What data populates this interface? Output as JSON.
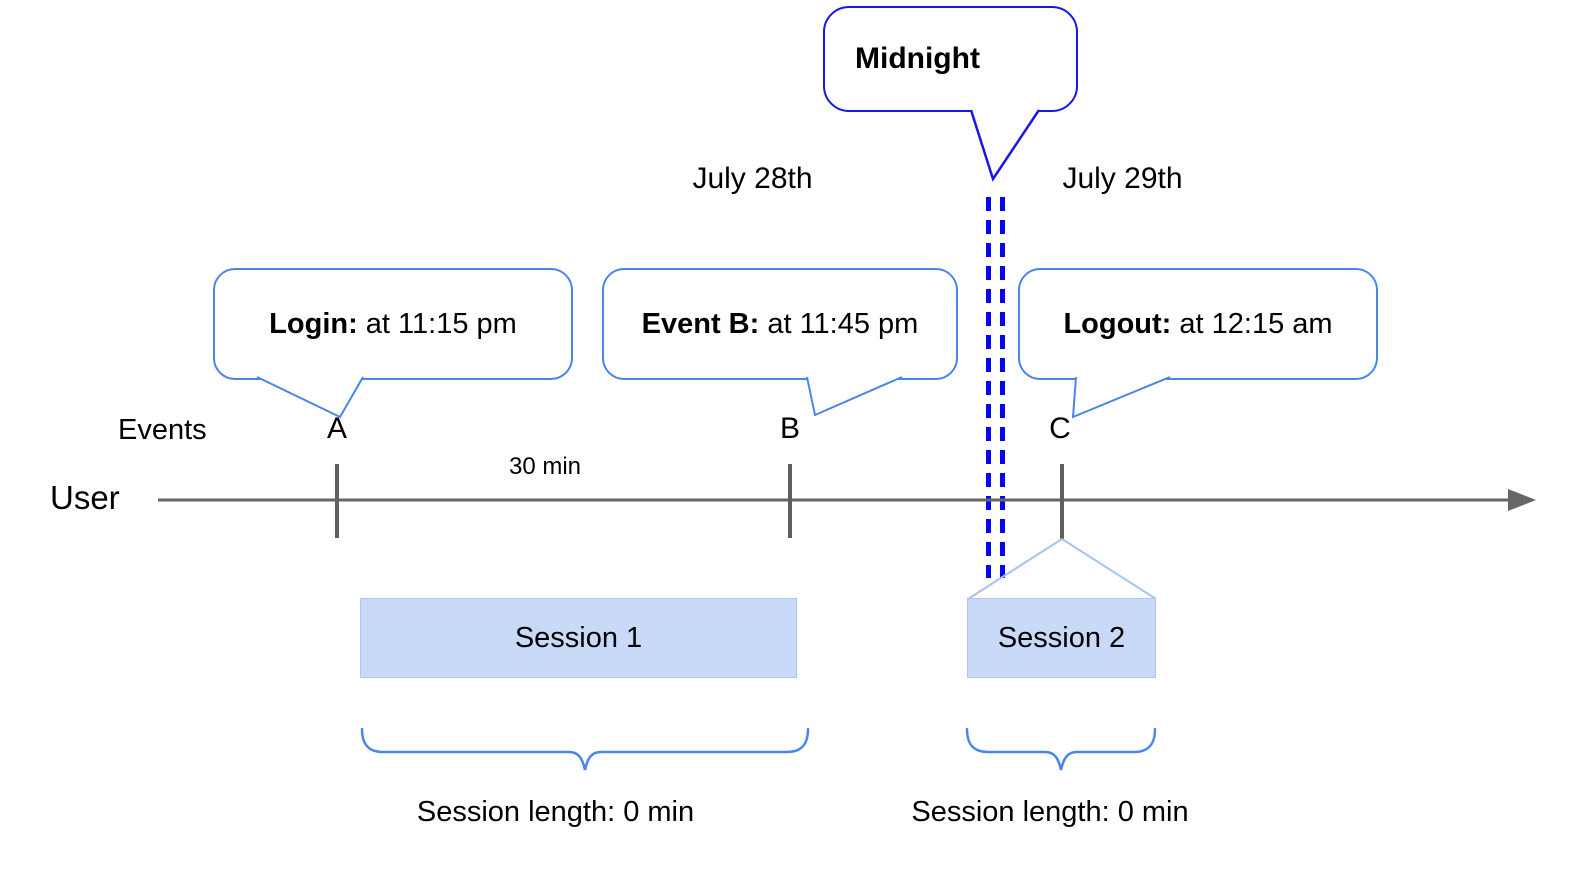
{
  "title_bubble": {
    "label": "Midnight"
  },
  "dates": {
    "left": "July 28th",
    "right": "July 29th"
  },
  "callouts": [
    {
      "label": "Login:",
      "text": " at 11:15 pm"
    },
    {
      "label": "Event B:",
      "text": " at 11:45 pm"
    },
    {
      "label": "Logout:",
      "text": " at 12:15 am"
    }
  ],
  "axis": {
    "events_label": "Events",
    "user_label": "User",
    "ticks": [
      "A",
      "B",
      "C"
    ],
    "interval_label": "30 min"
  },
  "sessions": [
    {
      "name": "Session 1",
      "length_label": "Session length: 0 min"
    },
    {
      "name": "Session 2",
      "length_label": "Session length: 0 min"
    }
  ],
  "colors": {
    "accent-blue": "#4a86e8",
    "deep-blue": "#1717e6",
    "dash-blue": "#0505f0",
    "session-fill": "#c9daf8",
    "funnel-blue": "#a7c3f1",
    "timeline-gray": "#666666",
    "tick-gray": "#5f5f5f",
    "text-black": "#000000"
  }
}
